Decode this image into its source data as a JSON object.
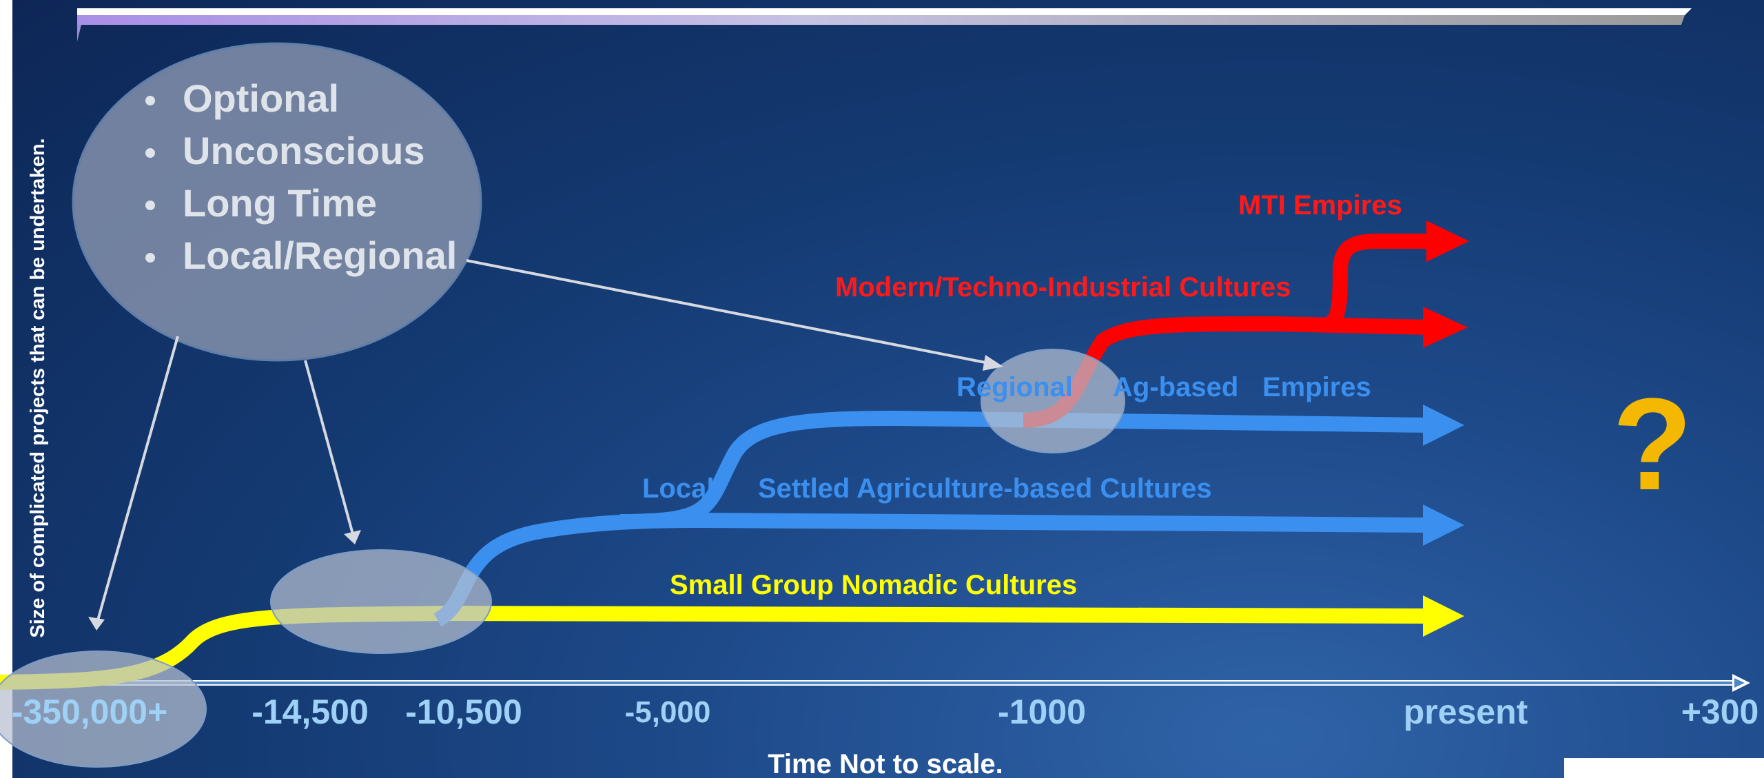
{
  "colors": {
    "background": "#143a72",
    "nomadic": "#ffff00",
    "settled": "#3a8fef",
    "industrial": "#ff0000",
    "axis_label": "#9fd0f5",
    "bubble_fill": "#b6bfd0",
    "bubble_text": "#dfe3ea",
    "question": "#f5b800",
    "arrow_gray": "#d6dae0"
  },
  "bubble": {
    "items": [
      "Optional",
      "Unconscious",
      "Long Time",
      "Local/Regional"
    ]
  },
  "y_axis": {
    "label": "Size of complicated projects that can be undertaken."
  },
  "x_axis": {
    "caption": "Time Not to scale.",
    "ticks": [
      {
        "label": "-350,000+"
      },
      {
        "label": "-14,500"
      },
      {
        "label": "-10,500"
      },
      {
        "label": "-5,000"
      },
      {
        "label": "-1000"
      },
      {
        "label": "present"
      },
      {
        "label": "+300"
      }
    ]
  },
  "streams": {
    "nomadic_label": "Small Group Nomadic Cultures",
    "local_label": "Local",
    "settled_label": "Settled Agriculture-based Cultures",
    "regional_label": "Regional",
    "ag_based_label": "Ag-based",
    "empires_label": "Empires",
    "modern_label": "Modern/Techno-Industrial Cultures",
    "mti_label": "MTI Empires"
  },
  "future": {
    "symbol": "?"
  }
}
